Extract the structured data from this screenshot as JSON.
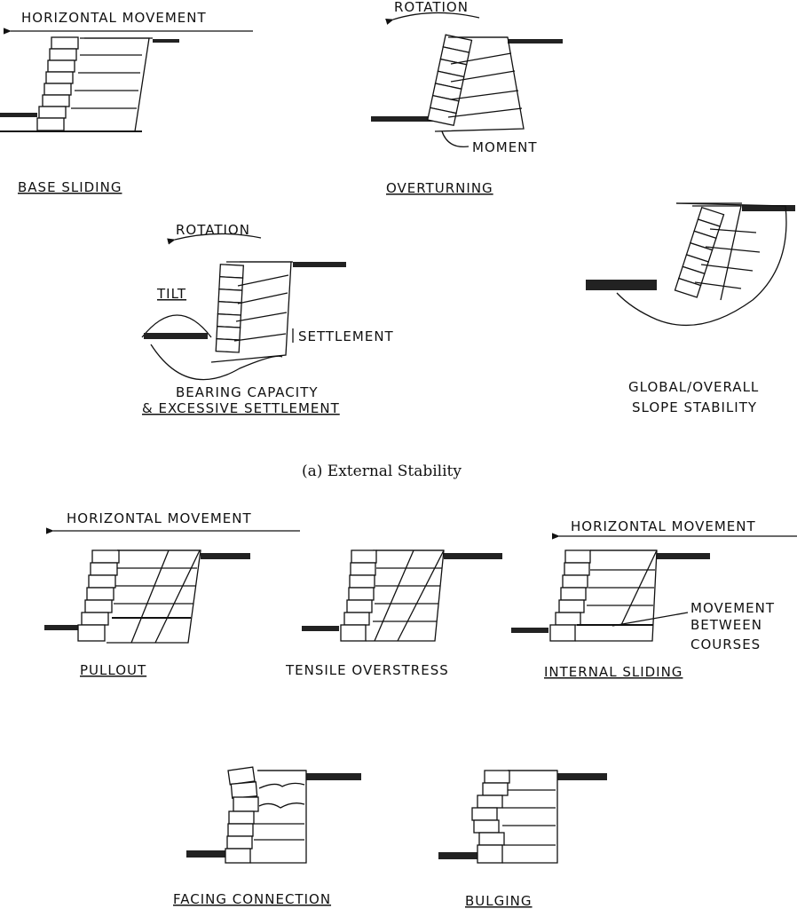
{
  "external": {
    "caption": "(a) External Stability",
    "base_sliding": {
      "arrow_label": "HORIZONTAL MOVEMENT",
      "title": "BASE SLIDING"
    },
    "overturning": {
      "arrow_label": "ROTATION",
      "moment_label": "MOMENT",
      "title": "OVERTURNING"
    },
    "bearing": {
      "arrow_label": "ROTATION",
      "tilt_label": "TILT",
      "settlement_label": "SETTLEMENT",
      "title_line1": "BEARING CAPACITY",
      "title_line2": "& EXCESSIVE SETTLEMENT"
    },
    "global": {
      "title_line1": "GLOBAL/OVERALL",
      "title_line2": "SLOPE STABILITY"
    }
  },
  "internal": {
    "pullout": {
      "arrow_label": "HORIZONTAL MOVEMENT",
      "title": "PULLOUT"
    },
    "tensile": {
      "title": "TENSILE OVERSTRESS"
    },
    "internal_sliding": {
      "arrow_label": "HORIZONTAL MOVEMENT",
      "movement_label_1": "MOVEMENT",
      "movement_label_2": "BETWEEN",
      "movement_label_3": "COURSES",
      "title": "INTERNAL SLIDING"
    }
  },
  "facing": {
    "facing_connection": {
      "title": "FACING CONNECTION"
    },
    "bulging": {
      "title": "BULGING"
    }
  }
}
